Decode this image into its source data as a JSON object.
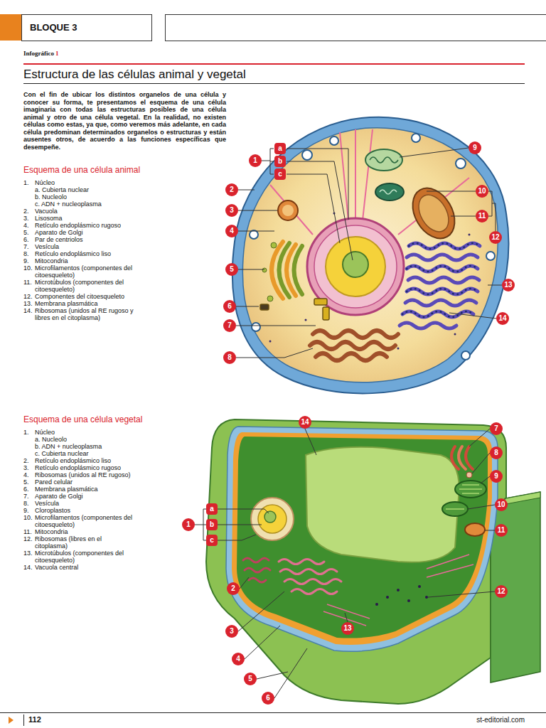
{
  "diagram": {
    "title": "Estructura de las células animal y vegetal",
    "labels": [
      "BLOQUE 3",
      "Infográfico",
      "1",
      "Con el fin de ubicar los distintos organelos de una célula y conocer su forma, te presentamos el esquema de una célula imaginaria con todas las estructuras posibles de una célula animal y otro de una célula vegetal. En la realidad, no existen células como estas, ya que, como veremos más adelante, en cada célula predominan determinados organelos o estructuras y están ausentes otros, de acuerdo a las funciones específicas que desempeñe.",
      "Esquema de una célula animal",
      "1.",
      "Núcleo",
      "a. Cubierta nuclear",
      "b. Nucleolo",
      "c. ADN + nucleoplasma",
      "2.",
      "Vacuola",
      "3.",
      "Lisosoma",
      "4.",
      "Retículo endoplásmico rugoso",
      "5.",
      "Aparato de Golgi",
      "6.",
      "Par de centriolos",
      "7.",
      "Vesícula",
      "8.",
      "Retículo endoplásmico liso",
      "9.",
      "Mitocondria",
      "10.",
      "Microfilamentos (componentes del citoesqueleto)",
      "11.",
      "Microtúbulos (componentes del citoesqueleto)",
      "12.",
      "Componentes del citoesqueleto",
      "13.",
      "Membrana plasmática",
      "14.",
      "Ribosomas (unidos al RE rugoso y libres en el citoplasma)",
      "1",
      "a",
      "b",
      "c",
      "2",
      "3",
      "4",
      "5",
      "6",
      "7",
      "8",
      "9",
      "10",
      "11",
      "12",
      "13",
      "14",
      "Esquema de una célula vegetal",
      "1.",
      "Núcleo",
      "a. Nucleolo",
      "b. ADN + nucleoplasma",
      "c. Cubierta nuclear",
      "2.",
      "Retículo endoplásmico liso",
      "3.",
      "Retículo endoplásmico rugoso",
      "4.",
      "Ribosomas (unidos al RE rugoso)",
      "5.",
      "Pared celular",
      "6.",
      "Membrana plasmática",
      "7.",
      "Aparato de Golgi",
      "8.",
      "Vesícula",
      "9.",
      "Cloroplastos",
      "10.",
      "Microfilamentos (componentes del citoesqueleto)",
      "11.",
      "Mitocondria",
      "12.",
      "Ribosomas (libres en el citoplasma)",
      "13.",
      "Microtúbulos (componentes del citoesqueleto)",
      "14.",
      "Vacuola central",
      "1",
      "a",
      "b",
      "c",
      "2",
      "3",
      "4",
      "5",
      "6",
      "7",
      "8",
      "9",
      "10",
      "11",
      "12",
      "13",
      "14",
      "112",
      "st-editorial.com"
    ]
  }
}
